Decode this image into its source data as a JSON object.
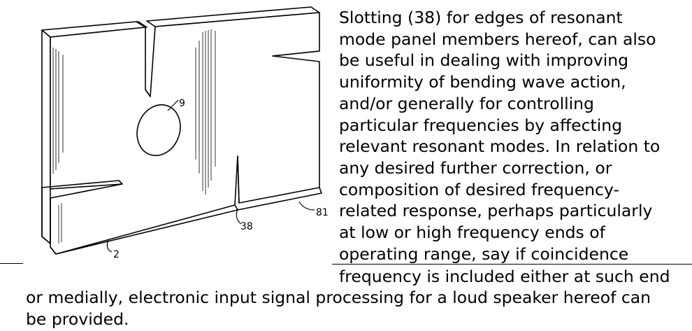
{
  "figure": {
    "ref_aperture": "9",
    "ref_panel_edge": "81",
    "ref_slot": "38",
    "ref_panel": "2"
  },
  "body_text": {
    "lines": [
      "Slotting (38) for edges of resonant",
      "mode panel members hereof, can also",
      "be useful in dealing with improving",
      "uniformity of bending wave action,",
      "and/or generally for controlling",
      "particular frequencies by affecting",
      "relevant resonant modes. In relation to",
      "any desired further correction, or",
      "composition of desired frequency-",
      "related response, perhaps particularly",
      "at low or high frequency ends of",
      "operating range, say if coincidence"
    ],
    "continuation": "frequency is included either at such end",
    "full_width_lines": [
      "or medially, electronic input signal processing for a loud speaker hereof can",
      "be provided."
    ]
  }
}
